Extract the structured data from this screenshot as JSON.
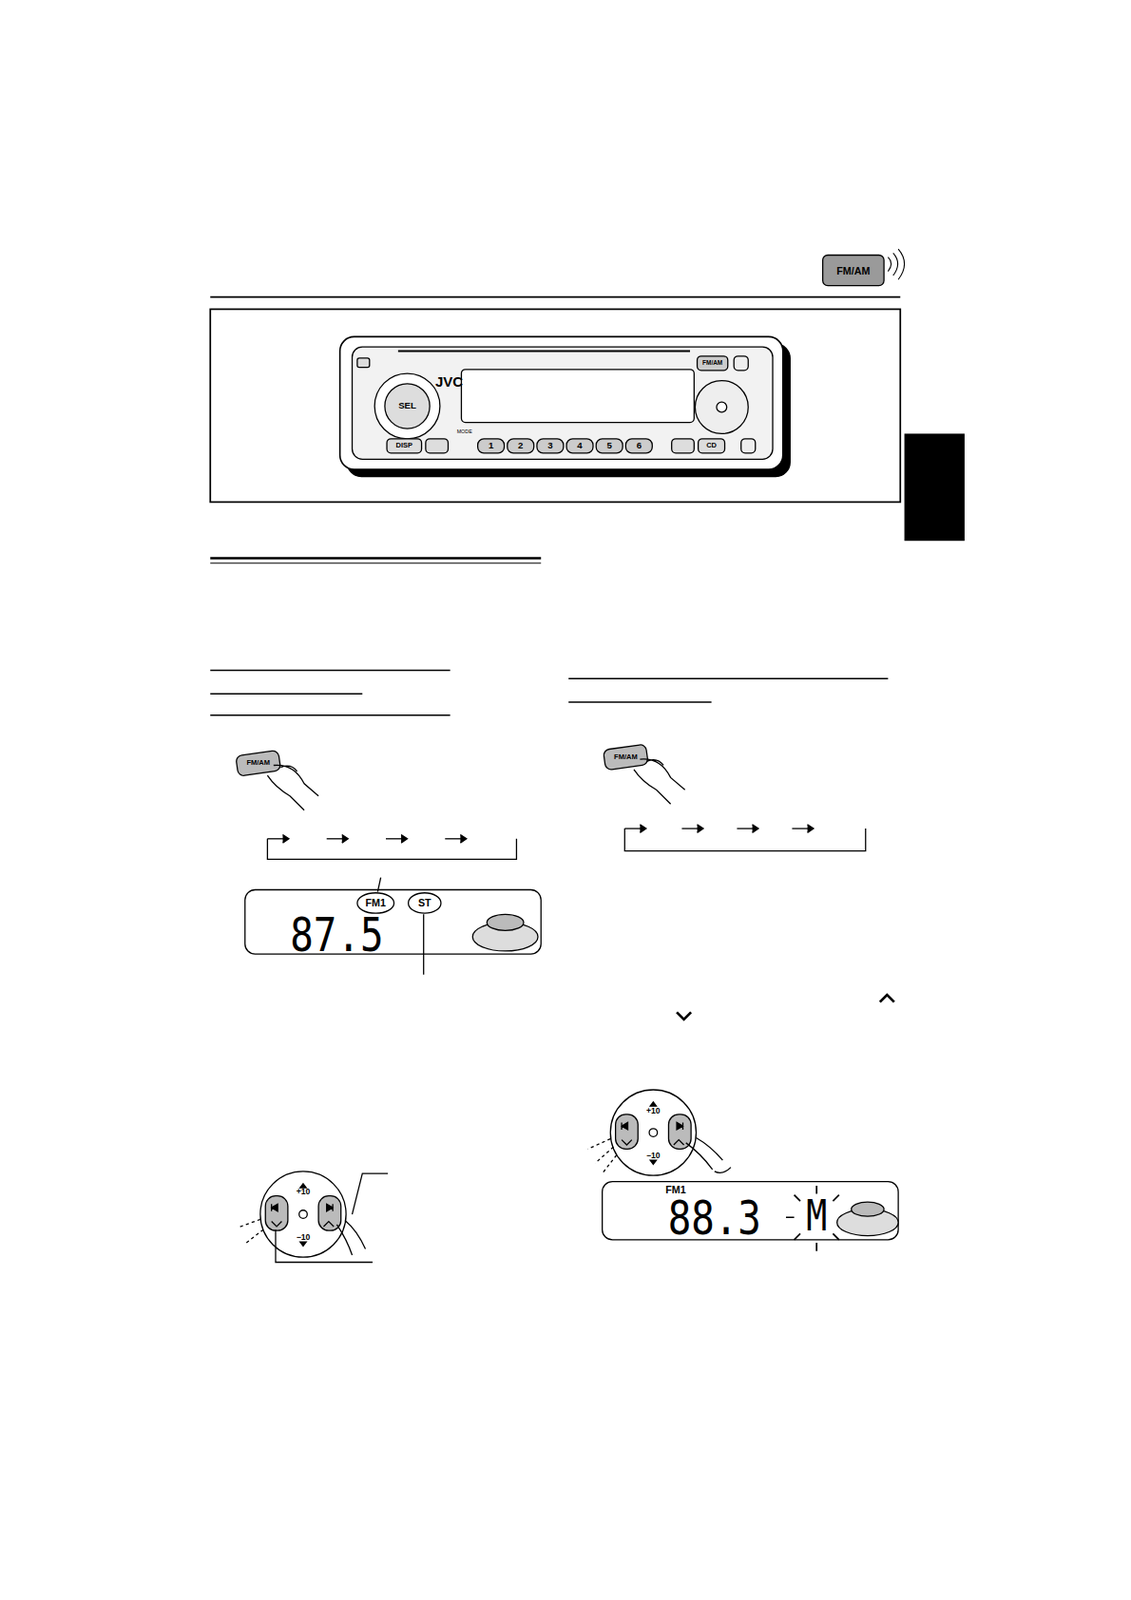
{
  "diagram": {
    "labels": [
      "FM/AM",
      "JVC",
      "SEL",
      "DISP",
      "1",
      "2",
      "3",
      "4",
      "5",
      "6",
      "CD",
      "FM/AM",
      "MODE",
      "FM/AM",
      "FM1",
      "ST",
      "87.5",
      "+10",
      "−10",
      "FM/AM",
      "+10",
      "−10",
      "FM1",
      "88.3",
      "M"
    ]
  }
}
